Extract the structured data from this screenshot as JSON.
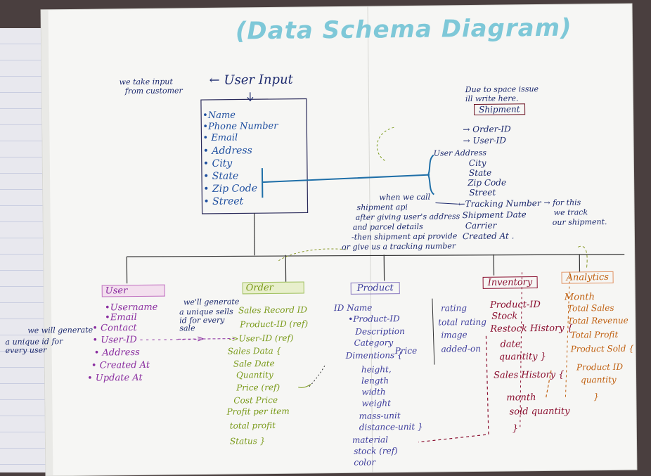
{
  "title": "(Data Schema Diagram)",
  "user_input": {
    "note": [
      "we take input",
      "from customer"
    ],
    "label": "← User Input",
    "fields": [
      "•Name",
      "•Phone Number",
      "• Email",
      "• Address",
      "• City",
      "• State",
      "• Zip Code",
      "• Street"
    ]
  },
  "shipment": {
    "note": [
      "Due to space issue",
      "ill write here."
    ],
    "header": "Shipment",
    "fields": [
      "→ Order-ID",
      "→ User-ID",
      "User Address",
      "City",
      "State",
      "Zip Code",
      "Street",
      "←Tracking Number",
      "Shipment Date",
      "Carrier",
      "Created At ."
    ],
    "track_note": [
      "→ for this",
      "we track",
      "our shipment."
    ],
    "api_note": [
      "when we call",
      "shipment api",
      "after giving user's address",
      "and parcel details",
      "-then shipment api provide",
      "or give us a tracking number"
    ]
  },
  "user": {
    "header": "User",
    "fields": [
      "•Username",
      "•Email",
      "• Contact",
      "• User-ID - - - - - - - - - ->",
      "• Address",
      "• Created At",
      "• Update At"
    ],
    "note": [
      "we will generate",
      "a unique id for",
      "every user"
    ]
  },
  "order": {
    "header": "Order",
    "note": [
      "we'll generate",
      "a unique sells",
      "id for every",
      "sale"
    ],
    "fields": [
      "Sales Record ID",
      "Product-ID (ref)",
      "->User-ID (ref)",
      "Sales Data {",
      "Sale Date",
      "Quantity",
      "Price (ref)",
      "Cost Price",
      "Profit per item",
      "total profit",
      "Status }"
    ]
  },
  "product": {
    "header": "Product",
    "fields": [
      "ID Name",
      "•Product-ID",
      "Description",
      "Category",
      "Dimentions {",
      "height,",
      "length",
      "width",
      "weight",
      "mass-unit",
      "distance-unit }",
      "material",
      "stock (ref)",
      "color"
    ],
    "price": "Price",
    "extra": [
      "rating",
      "total rating",
      "image",
      "added-on"
    ]
  },
  "inventory": {
    "header": "Inventory",
    "fields": [
      "Product-ID",
      "Stock",
      "Restock History {",
      "date",
      "quantity }",
      "Sales History {",
      "month",
      "sold quantity",
      "}"
    ]
  },
  "analytics": {
    "header": "Analytics",
    "fields": [
      "Month",
      "Total Sales",
      "Total Revenue",
      "Total Profit",
      "Product Sold {",
      "Product ID",
      "quantity",
      "}"
    ]
  },
  "colors": {
    "title": "#7ec8d8",
    "navy": "#1d2a6e",
    "user": "#8a2ea0",
    "order": "#7a9a1a",
    "product": "#3c3c9c",
    "inventory": "#8b1030",
    "analytics": "#c06010",
    "link": "#1f6fa8"
  }
}
